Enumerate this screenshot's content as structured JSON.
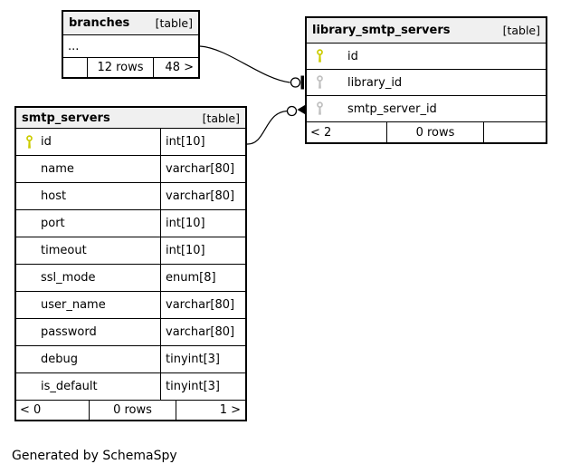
{
  "page": {
    "credit": "Generated by SchemaSpy"
  },
  "colors": {
    "primary_key_icon": "#cccc00",
    "foreign_key_icon": "#c0c0c0",
    "table_header_bg": "#f0f0f0",
    "border": "#000000",
    "background": "#ffffff"
  },
  "tables": {
    "branches": {
      "title": "branches",
      "badge": "[table]",
      "collapsed_columns": "...",
      "footer": {
        "left": "",
        "center": "12 rows",
        "right": "48 >"
      }
    },
    "library_smtp_servers": {
      "title": "library_smtp_servers",
      "badge": "[table]",
      "columns": [
        {
          "name": "id",
          "key": "primary"
        },
        {
          "name": "library_id",
          "key": "foreign"
        },
        {
          "name": "smtp_server_id",
          "key": "foreign"
        }
      ],
      "footer": {
        "left": "< 2",
        "center": "0 rows",
        "right": ""
      }
    },
    "smtp_servers": {
      "title": "smtp_servers",
      "badge": "[table]",
      "columns": [
        {
          "name": "id",
          "type": "int[10]",
          "key": "primary"
        },
        {
          "name": "name",
          "type": "varchar[80]",
          "key": ""
        },
        {
          "name": "host",
          "type": "varchar[80]",
          "key": ""
        },
        {
          "name": "port",
          "type": "int[10]",
          "key": ""
        },
        {
          "name": "timeout",
          "type": "int[10]",
          "key": ""
        },
        {
          "name": "ssl_mode",
          "type": "enum[8]",
          "key": ""
        },
        {
          "name": "user_name",
          "type": "varchar[80]",
          "key": ""
        },
        {
          "name": "password",
          "type": "varchar[80]",
          "key": ""
        },
        {
          "name": "debug",
          "type": "tinyint[3]",
          "key": ""
        },
        {
          "name": "is_default",
          "type": "tinyint[3]",
          "key": ""
        }
      ],
      "footer": {
        "left": "< 0",
        "center": "0 rows",
        "right": "1 >"
      }
    }
  },
  "relationships": [
    {
      "from": "branches",
      "to": "library_smtp_servers.library_id",
      "end_style": "circle-tee"
    },
    {
      "from": "smtp_servers.id",
      "to": "library_smtp_servers.smtp_server_id",
      "end_style": "circle-arrow"
    }
  ]
}
